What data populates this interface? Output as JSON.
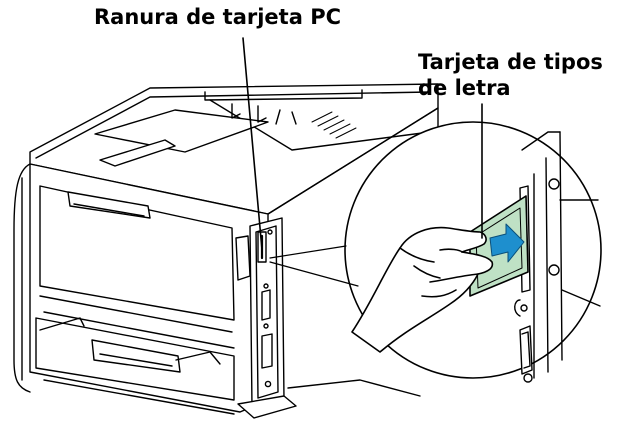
{
  "labels": {
    "pc_card_slot": "Ranura de tarjeta PC",
    "font_card_line1": "Tarjeta de tipos",
    "font_card_line2": "de letra"
  },
  "colors": {
    "card_fill": "#bfe1c5",
    "arrow_fill": "#1e8fce",
    "line": "#000000",
    "background": "#ffffff"
  },
  "icons": {
    "insert_direction": "arrow-right-icon"
  }
}
